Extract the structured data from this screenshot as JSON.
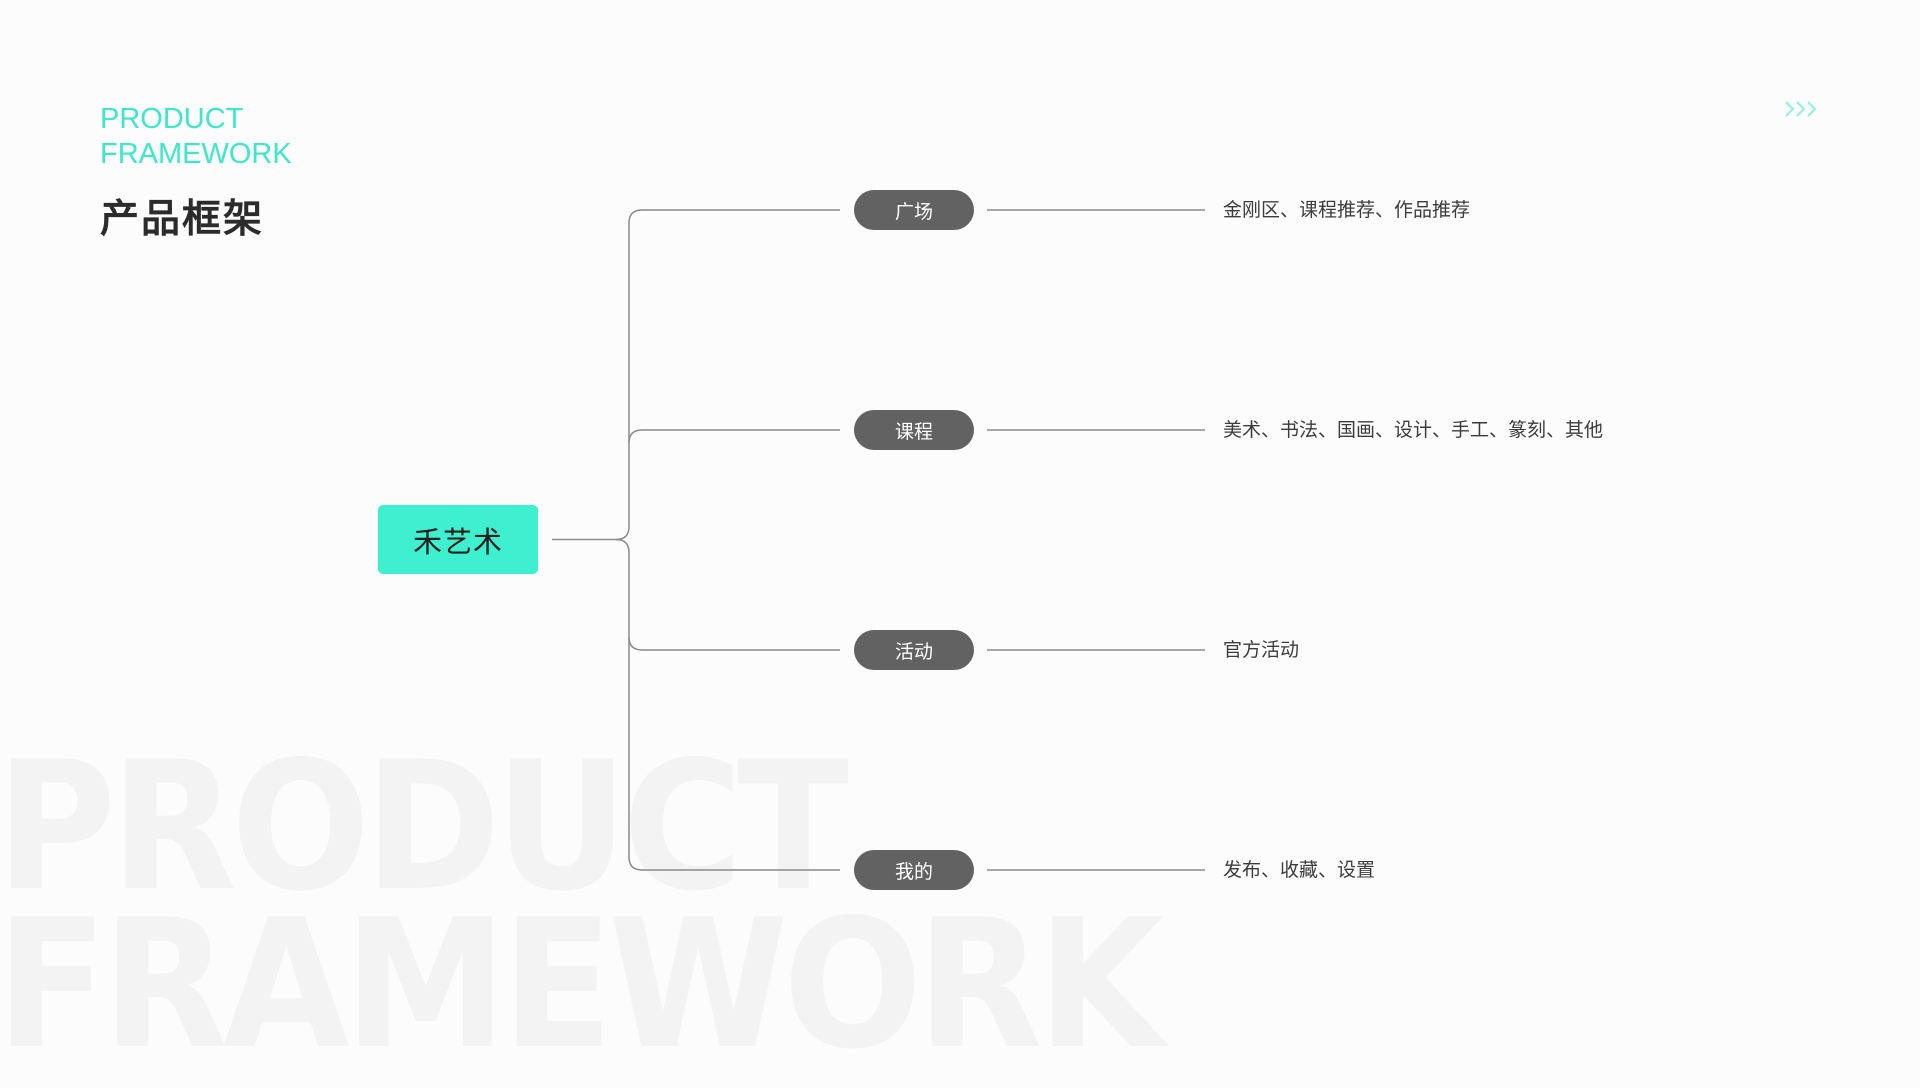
{
  "watermark": {
    "line1": "PRODUCT",
    "line2": "FRAMEWORK"
  },
  "header": {
    "eyebrow_line1": "PRODUCT",
    "eyebrow_line2": "FRAMEWORK",
    "title": "产品框架"
  },
  "nav": {
    "next_icon": "triple-chevron-right-icon"
  },
  "mindmap": {
    "root": "禾艺术",
    "branches": [
      {
        "label": "广场",
        "detail": "金刚区、课程推荐、作品推荐"
      },
      {
        "label": "课程",
        "detail": "美术、书法、国画、设计、手工、篆刻、其他"
      },
      {
        "label": "活动",
        "detail": "官方活动"
      },
      {
        "label": "我的",
        "detail": "发布、收藏、设置"
      }
    ]
  },
  "colors": {
    "accent": "#3ef0d0",
    "eyebrow": "#3fe7ca",
    "pill": "#626262",
    "connector": "#8a8a8a",
    "background": "#fcfcfc",
    "watermark": "#f3f3f3"
  }
}
